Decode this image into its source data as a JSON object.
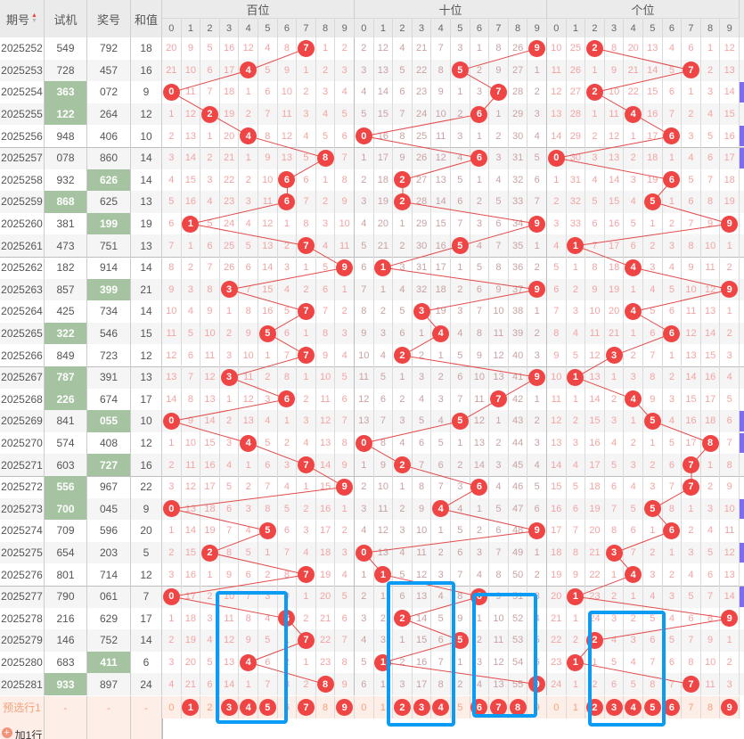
{
  "header": {
    "issue": "期号",
    "test": "试机",
    "draw": "奖号",
    "sum": "和值",
    "groups": [
      "百位",
      "十位",
      "个位"
    ],
    "digits": [
      "0",
      "1",
      "2",
      "3",
      "4",
      "5",
      "6",
      "7",
      "8",
      "9"
    ]
  },
  "rows": [
    {
      "issue": "2025252",
      "test": "549",
      "draw": "792",
      "sum": "18",
      "test_hl": false,
      "draw_hl": false
    },
    {
      "issue": "2025253",
      "test": "728",
      "draw": "457",
      "sum": "16",
      "test_hl": false,
      "draw_hl": false
    },
    {
      "issue": "2025254",
      "test": "363",
      "draw": "072",
      "sum": "9",
      "test_hl": true,
      "draw_hl": false
    },
    {
      "issue": "2025255",
      "test": "122",
      "draw": "264",
      "sum": "12",
      "test_hl": true,
      "draw_hl": false
    },
    {
      "issue": "2025256",
      "test": "948",
      "draw": "406",
      "sum": "10",
      "test_hl": false,
      "draw_hl": false
    },
    {
      "issue": "2025257",
      "test": "078",
      "draw": "860",
      "sum": "14",
      "test_hl": false,
      "draw_hl": false
    },
    {
      "issue": "2025258",
      "test": "932",
      "draw": "626",
      "sum": "14",
      "test_hl": false,
      "draw_hl": true
    },
    {
      "issue": "2025259",
      "test": "868",
      "draw": "625",
      "sum": "13",
      "test_hl": true,
      "draw_hl": false
    },
    {
      "issue": "2025260",
      "test": "381",
      "draw": "199",
      "sum": "19",
      "test_hl": false,
      "draw_hl": true
    },
    {
      "issue": "2025261",
      "test": "473",
      "draw": "751",
      "sum": "13",
      "test_hl": false,
      "draw_hl": false
    },
    {
      "issue": "2025262",
      "test": "182",
      "draw": "914",
      "sum": "14",
      "test_hl": false,
      "draw_hl": false
    },
    {
      "issue": "2025263",
      "test": "857",
      "draw": "399",
      "sum": "21",
      "test_hl": false,
      "draw_hl": true
    },
    {
      "issue": "2025264",
      "test": "425",
      "draw": "734",
      "sum": "14",
      "test_hl": false,
      "draw_hl": false
    },
    {
      "issue": "2025265",
      "test": "322",
      "draw": "546",
      "sum": "15",
      "test_hl": true,
      "draw_hl": false
    },
    {
      "issue": "2025266",
      "test": "849",
      "draw": "723",
      "sum": "12",
      "test_hl": false,
      "draw_hl": false
    },
    {
      "issue": "2025267",
      "test": "787",
      "draw": "391",
      "sum": "13",
      "test_hl": true,
      "draw_hl": false
    },
    {
      "issue": "2025268",
      "test": "226",
      "draw": "674",
      "sum": "17",
      "test_hl": true,
      "draw_hl": false
    },
    {
      "issue": "2025269",
      "test": "841",
      "draw": "055",
      "sum": "10",
      "test_hl": false,
      "draw_hl": true
    },
    {
      "issue": "2025270",
      "test": "574",
      "draw": "408",
      "sum": "12",
      "test_hl": false,
      "draw_hl": false
    },
    {
      "issue": "2025271",
      "test": "603",
      "draw": "727",
      "sum": "16",
      "test_hl": false,
      "draw_hl": true
    },
    {
      "issue": "2025272",
      "test": "556",
      "draw": "967",
      "sum": "22",
      "test_hl": true,
      "draw_hl": false
    },
    {
      "issue": "2025273",
      "test": "700",
      "draw": "045",
      "sum": "9",
      "test_hl": true,
      "draw_hl": false
    },
    {
      "issue": "2025274",
      "test": "709",
      "draw": "596",
      "sum": "20",
      "test_hl": false,
      "draw_hl": false
    },
    {
      "issue": "2025275",
      "test": "654",
      "draw": "203",
      "sum": "5",
      "test_hl": false,
      "draw_hl": false
    },
    {
      "issue": "2025276",
      "test": "801",
      "draw": "714",
      "sum": "12",
      "test_hl": false,
      "draw_hl": false
    },
    {
      "issue": "2025277",
      "test": "790",
      "draw": "061",
      "sum": "7",
      "test_hl": false,
      "draw_hl": false
    },
    {
      "issue": "2025278",
      "test": "216",
      "draw": "629",
      "sum": "17",
      "test_hl": false,
      "draw_hl": false
    },
    {
      "issue": "2025279",
      "test": "146",
      "draw": "752",
      "sum": "14",
      "test_hl": false,
      "draw_hl": false
    },
    {
      "issue": "2025280",
      "test": "683",
      "draw": "411",
      "sum": "6",
      "test_hl": false,
      "draw_hl": true
    },
    {
      "issue": "2025281",
      "test": "933",
      "draw": "897",
      "sum": "24",
      "test_hl": true,
      "draw_hl": false
    }
  ],
  "omission_first_row": [
    [
      20,
      9,
      5,
      16,
      12,
      4,
      8,
      0,
      1,
      2
    ],
    [
      2,
      12,
      4,
      21,
      7,
      3,
      1,
      8,
      26,
      0
    ],
    [
      10,
      25,
      0,
      8,
      20,
      13,
      4,
      6,
      1,
      12
    ]
  ],
  "preselect": {
    "label": "预选行1",
    "test": "-",
    "draw": "-",
    "sum": "-",
    "selected": [
      [
        1,
        3,
        4,
        5,
        7,
        9
      ],
      [
        2,
        3,
        4,
        6,
        7,
        8
      ],
      [
        2,
        3,
        4,
        5,
        6,
        9
      ]
    ]
  },
  "add_row": {
    "label": "加1行",
    "test": "-",
    "draw": "-",
    "sum": "-"
  },
  "marked_rows": [
    "2025254",
    "2025256",
    "2025257",
    "2025269",
    "2025270",
    "2025273",
    "2025275",
    "2025277"
  ],
  "colors": {
    "hit": "#f04545",
    "test_highlight": "#a6c3a1",
    "marker": "#7b6cf0",
    "annotation": "#0a9cf5"
  }
}
